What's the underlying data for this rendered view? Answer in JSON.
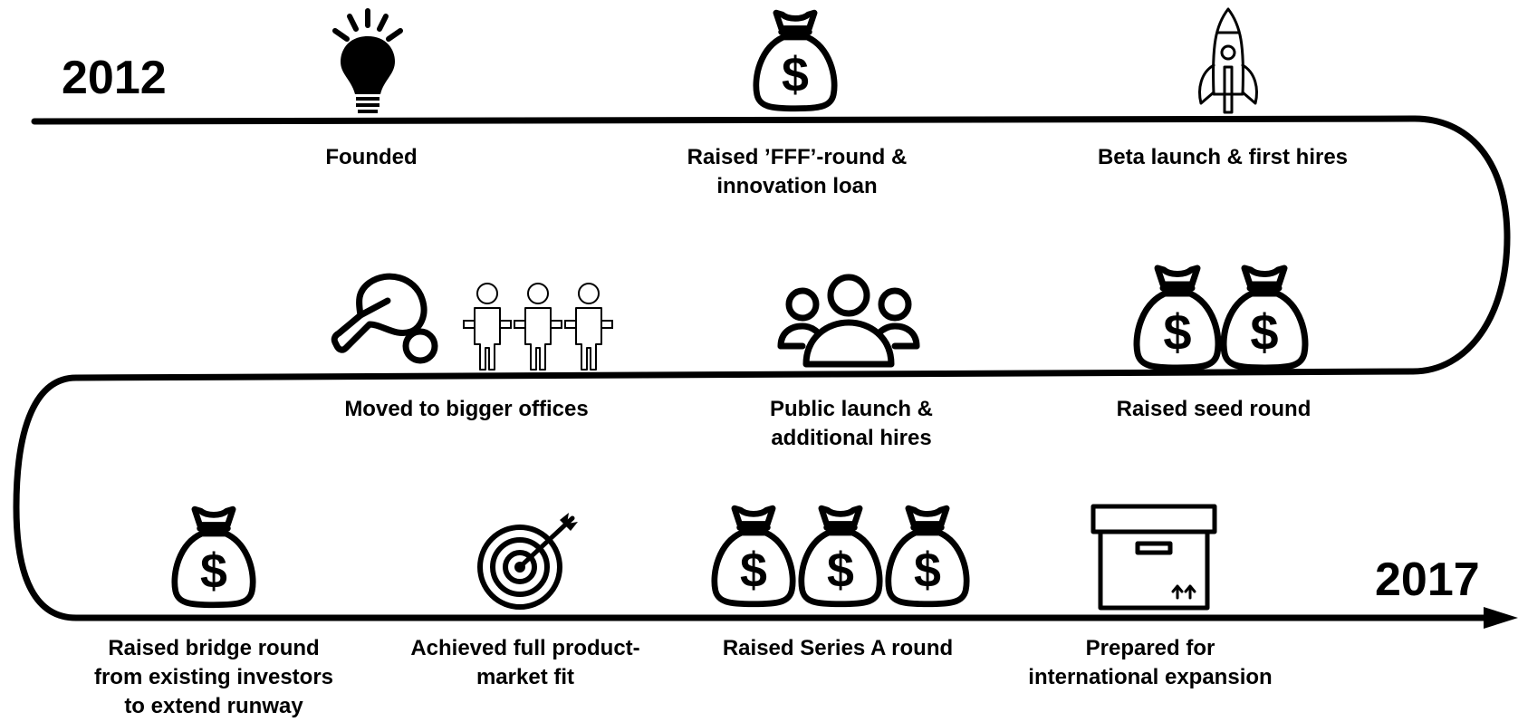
{
  "years": {
    "start": "2012",
    "end": "2017"
  },
  "milestones": [
    {
      "label": "Founded",
      "icon": "lightbulb-icon"
    },
    {
      "label": "Raised ’FFF’-round &\ninnovation loan",
      "icon": "money-bag-icon"
    },
    {
      "label": "Beta launch & first hires",
      "icon": "rocket-icon"
    },
    {
      "label": "Moved to bigger offices",
      "icon": "ping-pong-paddle-icon"
    },
    {
      "label": "Public launch &\nadditional hires",
      "icon": "team-icon"
    },
    {
      "label": "Raised seed round",
      "icon": "money-bags-icon"
    },
    {
      "label": "Raised bridge round\nfrom existing investors\nto extend runway",
      "icon": "money-bag-icon"
    },
    {
      "label": "Achieved full product-\nmarket fit",
      "icon": "target-icon"
    },
    {
      "label": "Raised Series A round",
      "icon": "money-bags-icon"
    },
    {
      "label": "Prepared for\ninternational expansion",
      "icon": "box-icon"
    }
  ]
}
